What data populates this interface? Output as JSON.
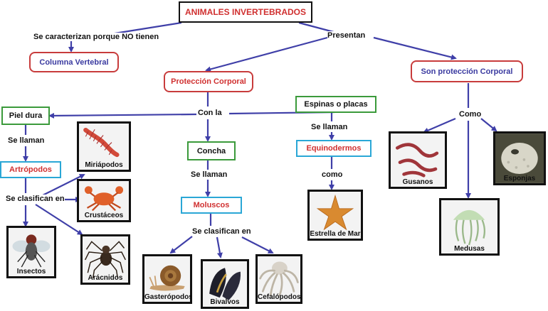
{
  "title": "ANIMALES INVERTEBRADOS",
  "links": {
    "se_caracterizan": "Se caracterizan porque NO tienen",
    "presentan": "Presentan",
    "con_la": "Con la",
    "como_right": "Como",
    "se_llaman_left": "Se llaman",
    "se_clasifican_left": "Se clasifican en",
    "se_llaman_mid": "Se llaman",
    "se_clasifican_mid": "Se clasifican en",
    "se_llaman_eq": "Se llaman",
    "como_eq": "como"
  },
  "nodes": {
    "columna": "Columna Vertebral",
    "proteccion": "Protección Corporal",
    "son_proteccion": "Son protección Corporal",
    "piel_dura": "Piel dura",
    "artropodos": "Artrópodos",
    "concha": "Concha",
    "moluscos": "Moluscos",
    "espinas": "Espinas o placas",
    "equinodermos": "Equinodermos"
  },
  "animals": {
    "miriapodos": "Miriápodos",
    "crustaceos": "Crustáceos",
    "insectos": "Insectos",
    "aracnidos": "Arácnidos",
    "gasteropodos": "Gasterópodos",
    "bivalvos": "Bivalvos",
    "cefalopodos": "Cefalópodos",
    "estrella": "Estrella de Mar",
    "gusanos": "Gusanos",
    "esponjas": "Esponjas",
    "medusas": "Medusas"
  },
  "colors": {
    "line": "#3f3fa8",
    "red_border": "#c83c3c",
    "green_border": "#3b9a3b",
    "cyan_border": "#2aa7d6",
    "red_text": "#d03030",
    "blue_text": "#3a3aa0"
  }
}
